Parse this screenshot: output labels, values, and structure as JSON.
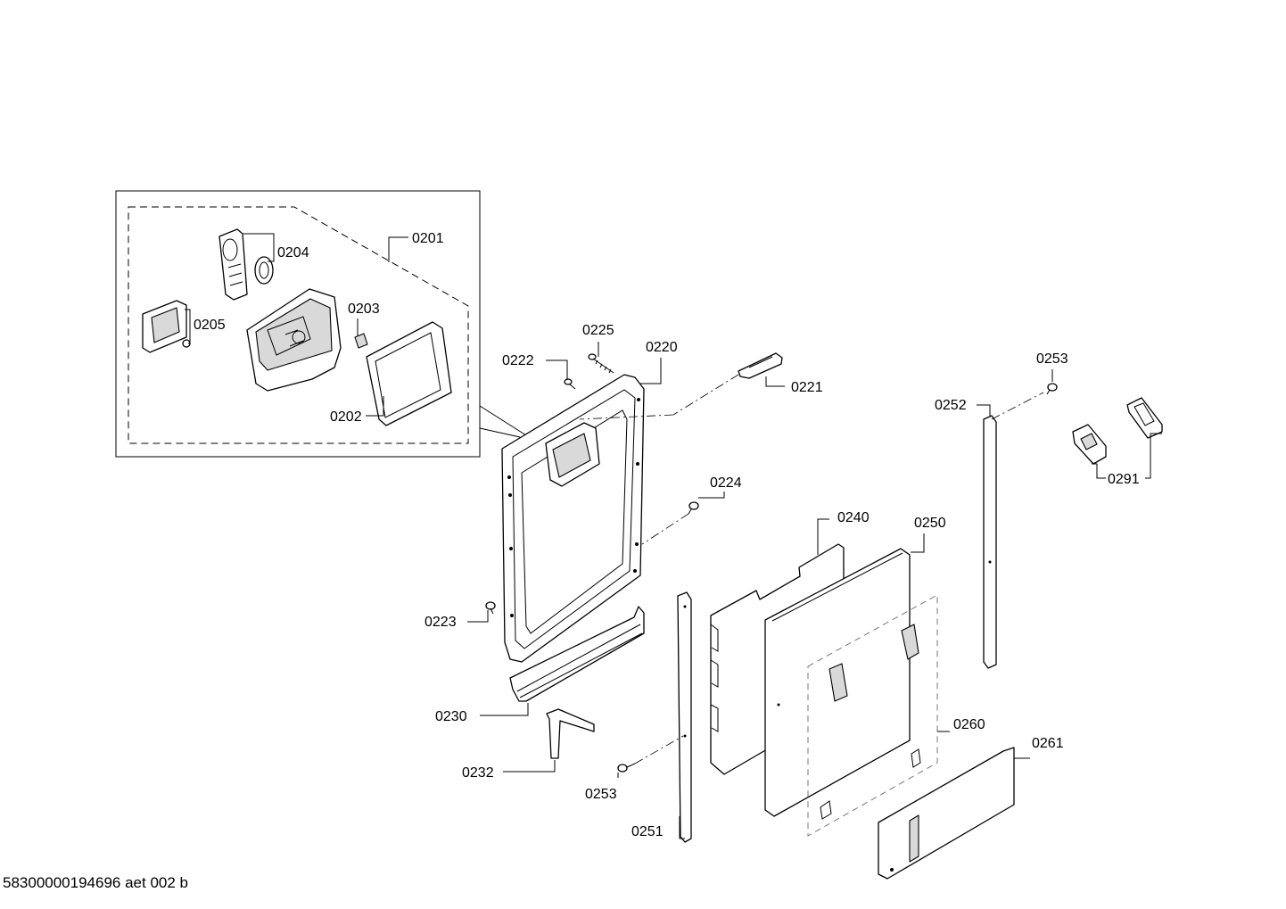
{
  "labels": {
    "p0201": "0201",
    "p0202": "0202",
    "p0203": "0203",
    "p0204": "0204",
    "p0205": "0205",
    "p0220": "0220",
    "p0221": "0221",
    "p0222": "0222",
    "p0223": "0223",
    "p0224": "0224",
    "p0225": "0225",
    "p0230": "0230",
    "p0232": "0232",
    "p0240": "0240",
    "p0250": "0250",
    "p0251": "0251",
    "p0252": "0252",
    "p0253a": "0253",
    "p0253b": "0253",
    "p0260": "0260",
    "p0261": "0261",
    "p0291": "0291"
  },
  "footer": "58300000194696 aet 002 b"
}
